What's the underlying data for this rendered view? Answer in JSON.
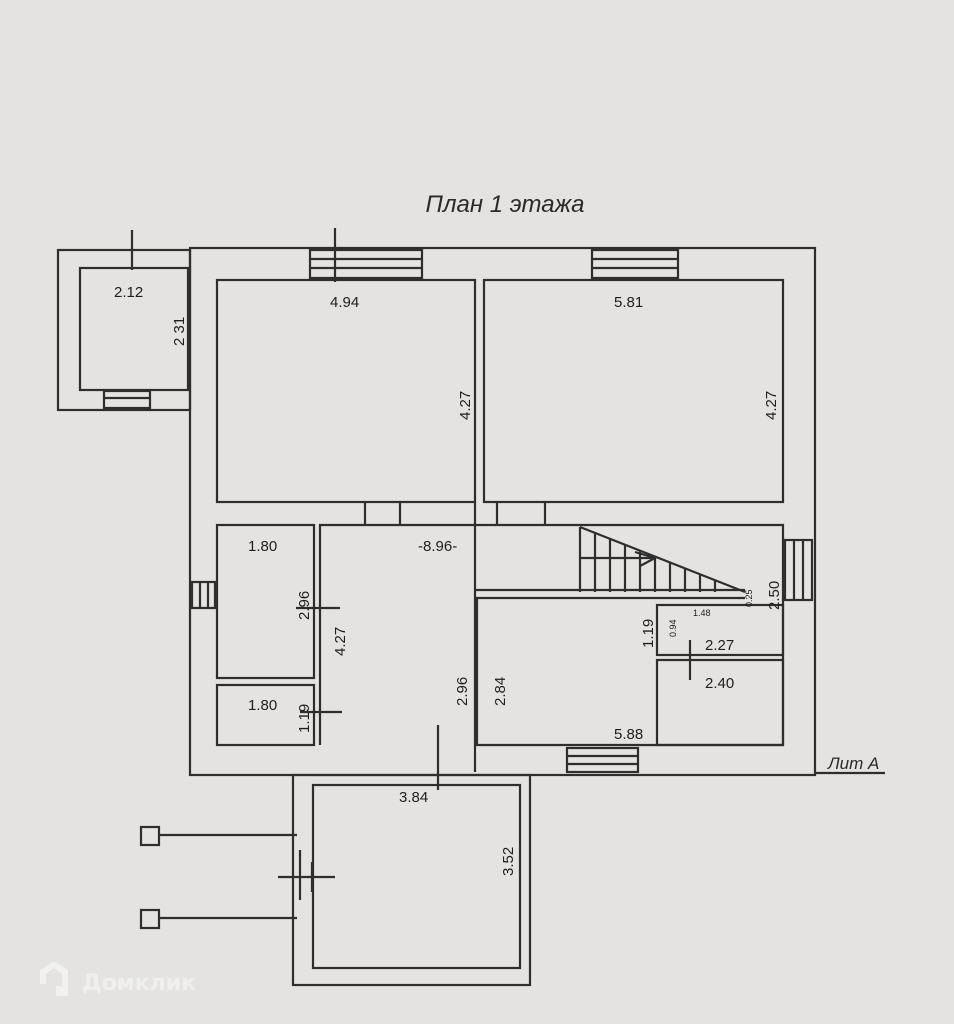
{
  "title": "План 1 этажа",
  "building_label": "Лит А",
  "watermark": "Домклик",
  "dimensions": {
    "porch_width": "2.12",
    "porch_depth": "2 31",
    "room1_width": "4.94",
    "room1_depth": "4.27",
    "room2_width": "5.81",
    "room2_depth": "4.27",
    "small1_width": "1.80",
    "small1_depth": "2.96",
    "small2_width": "1.80",
    "small2_depth": "1.19",
    "hall_length": "-8.96-",
    "hall_depth": "4.27",
    "hall_width": "2.96",
    "right_depth": "2.84",
    "right_width": "5.88",
    "stair_depth": "2.50",
    "stair_gap": "0.25",
    "niche_width": "1.48",
    "niche_depth_a": "1.19",
    "niche_depth_b": "0.94",
    "room_227": "2.27",
    "room_240": "2.40",
    "annex_width": "3.84",
    "annex_depth": "3.52"
  }
}
